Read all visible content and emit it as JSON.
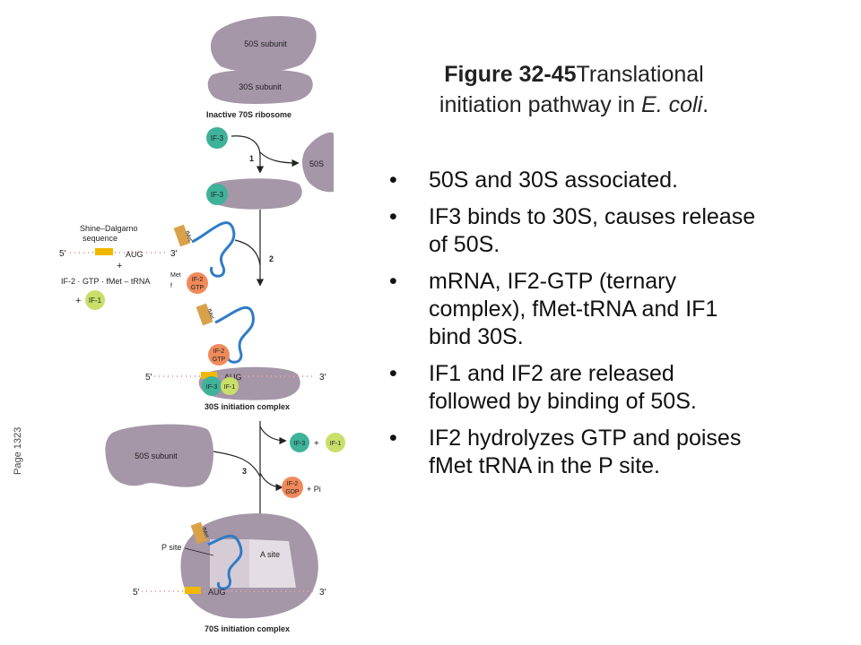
{
  "page_label": "Page 1323",
  "title": {
    "figure": "Figure 32-45",
    "text_a": "Translational",
    "text_b": "initiation pathway in ",
    "italic": "E. coli",
    "end": "."
  },
  "bullets": [
    "50S and 30S associated.",
    "IF3 binds to 30S, causes release of 50S.",
    "mRNA, IF2-GTP (ternary complex), fMet-tRNA and IF1 bind 30S.",
    "IF1 and IF2 are released followed by binding of 50S.",
    "IF2 hydrolyzes GTP and poises fMet tRNA in the P site."
  ],
  "diagram": {
    "s50": "50S subunit",
    "s30": "30S subunit",
    "inactive": "Inactive 70S ribosome",
    "if3": "IF-3",
    "if1": "IF-1",
    "if2": "IF-2",
    "gtp": "GTP",
    "gdp": "GDP",
    "s50_short": "50S",
    "step1": "1",
    "step2": "2",
    "step3": "3",
    "shine": "Shine–Dalgarno",
    "sequence": "sequence",
    "aug": "AUG",
    "five": "5′",
    "three": "3′",
    "plus": "+",
    "ternary": "IF-2 · GTP · fMet – tRNA",
    "met": "Met",
    "f": "f",
    "fmet": "fMet",
    "pi": "Pi",
    "init30": "30S initiation complex",
    "psite": "P site",
    "asite": "A site",
    "init70": "70S initiation complex"
  },
  "colors": {
    "ribosome": "#a596a8",
    "ribosome_light": "#d6ccd6",
    "if3": "#3fb29a",
    "if1": "#c9df6a",
    "if2": "#f08a5a",
    "trna": "#2f7cc6",
    "mrna": "#e8a0a0",
    "sd": "#f0b800"
  }
}
